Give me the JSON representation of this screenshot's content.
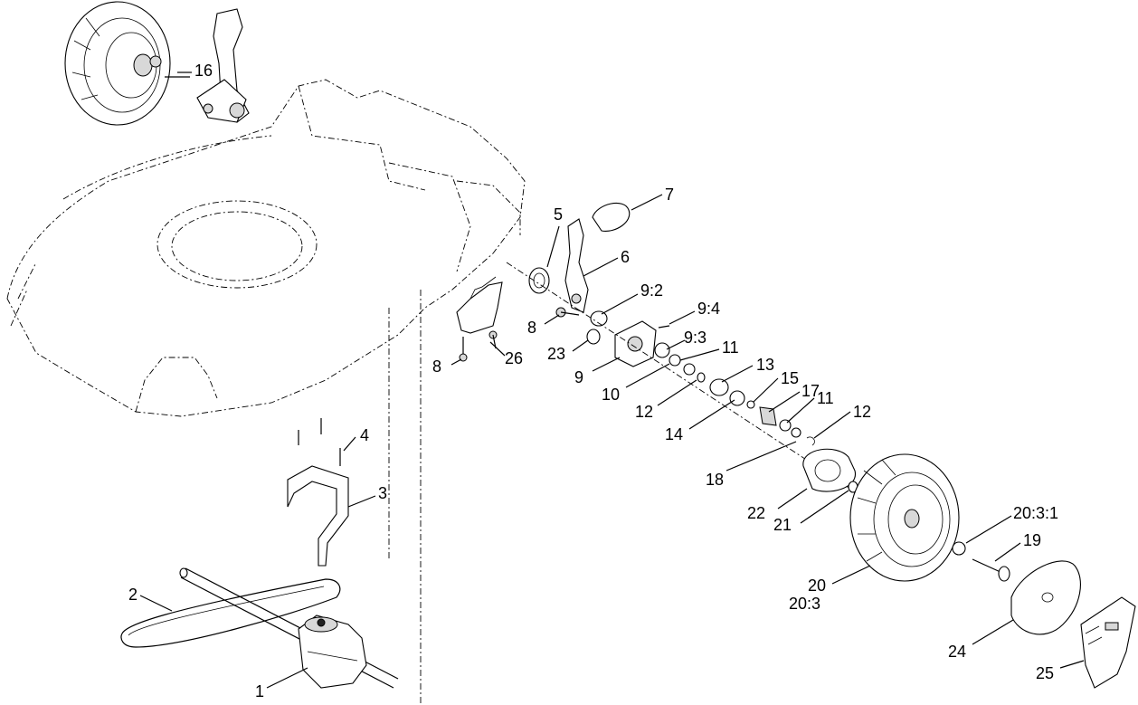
{
  "callouts": [
    {
      "id": "c16",
      "text": "16"
    },
    {
      "id": "c7",
      "text": "7"
    },
    {
      "id": "c5",
      "text": "5"
    },
    {
      "id": "c6",
      "text": "6"
    },
    {
      "id": "c9_2",
      "text": "9:2"
    },
    {
      "id": "c9_4",
      "text": "9:4"
    },
    {
      "id": "c8a",
      "text": "8"
    },
    {
      "id": "c9_3",
      "text": "9:3"
    },
    {
      "id": "c23",
      "text": "23"
    },
    {
      "id": "c11a",
      "text": "11"
    },
    {
      "id": "c9",
      "text": "9"
    },
    {
      "id": "c13",
      "text": "13"
    },
    {
      "id": "c10",
      "text": "10"
    },
    {
      "id": "c15",
      "text": "15"
    },
    {
      "id": "c12a",
      "text": "12"
    },
    {
      "id": "c17",
      "text": "17"
    },
    {
      "id": "c11b",
      "text": "11"
    },
    {
      "id": "c14",
      "text": "14"
    },
    {
      "id": "c12b",
      "text": "12"
    },
    {
      "id": "c26",
      "text": "26"
    },
    {
      "id": "c8b",
      "text": "8"
    },
    {
      "id": "c18",
      "text": "18"
    },
    {
      "id": "c4",
      "text": "4"
    },
    {
      "id": "c3",
      "text": "3"
    },
    {
      "id": "c22",
      "text": "22"
    },
    {
      "id": "c21",
      "text": "21"
    },
    {
      "id": "c20_3_1",
      "text": "20:3:1"
    },
    {
      "id": "c19",
      "text": "19"
    },
    {
      "id": "c2",
      "text": "2"
    },
    {
      "id": "c20",
      "text": "20"
    },
    {
      "id": "c20_3",
      "text": "20:3"
    },
    {
      "id": "c24",
      "text": "24"
    },
    {
      "id": "c1",
      "text": "1"
    },
    {
      "id": "c25",
      "text": "25"
    }
  ]
}
